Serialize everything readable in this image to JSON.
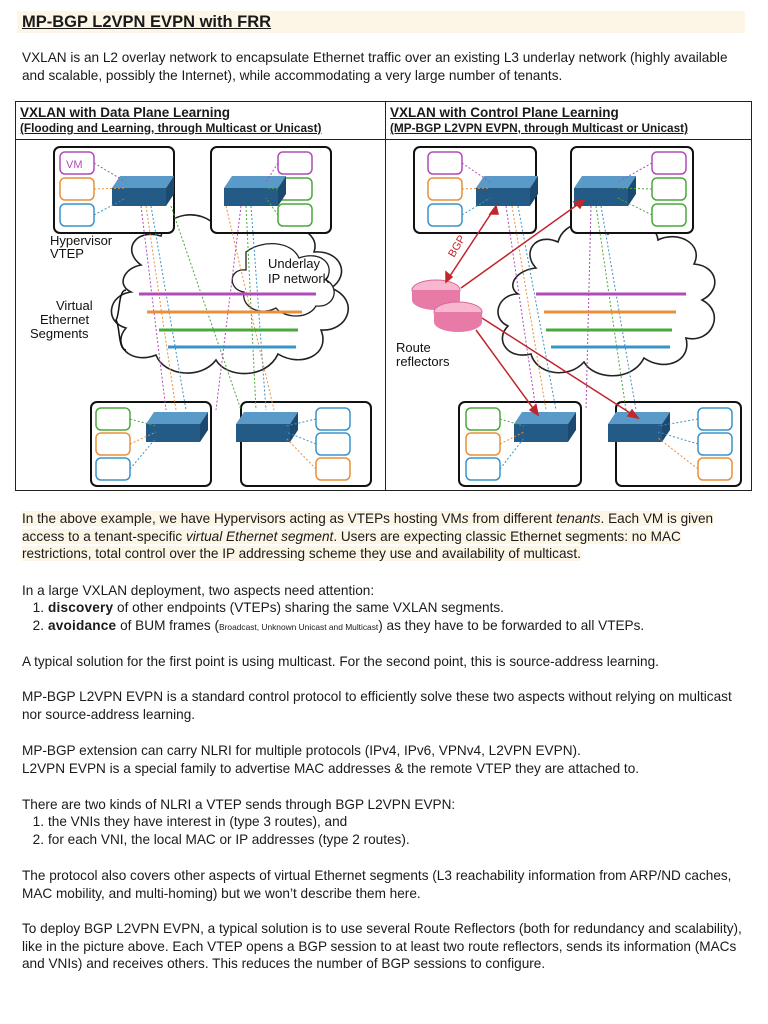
{
  "title": "MP-BGP L2VPN EVPN with FRR",
  "intro": "VXLAN is an L2 overlay network to encapsulate Ethernet traffic over an existing L3 underlay network (highly available and scalable, possibly the Internet), while accommodating a very large number of tenants.",
  "figure": {
    "left": {
      "heading": "VXLAN with Data Plane Learning",
      "subheading": "(Flooding and Learning, through Multicast or Unicast)",
      "labels": {
        "vm": "VM",
        "hypervisor": "Hypervisor",
        "vtep": "VTEP",
        "underlay1": "Underlay",
        "underlay2": "IP network",
        "virtual": "Virtual",
        "ethernet": "Ethernet",
        "segments": "Segments"
      }
    },
    "right": {
      "heading": "VXLAN with Control Plane Learning",
      "subheading": "(MP-BGP L2VPN EVPN, through Multicast or Unicast)",
      "labels": {
        "bgp": "BGP",
        "route": "Route",
        "reflectors": "reflectors"
      }
    },
    "colors": {
      "vm_purple": "#b04cb8",
      "vm_orange": "#e8903a",
      "vm_blue": "#3a93c8",
      "vm_green": "#4aa83c",
      "switch": "#2f6f9f",
      "router": "#e87aa8",
      "bgp_arrow": "#c0262c"
    }
  },
  "para_example": {
    "a": "In the above example, we have Hypervisors acting as VTEPs hosting VM",
    "b": "s",
    "c": " from different ",
    "d": "tenants",
    "e": ". Each VM is given access to a tenant-specific ",
    "f": "virtual Ethernet segment",
    "g": ". Users are expecting classic Ethernet segments: no MAC restrictions, total control over the IP addressing scheme they use and availability of multicast."
  },
  "para_aspects": "In a large VXLAN deployment, two aspects need attention:",
  "aspects": [
    {
      "num": "1.",
      "bold": "discovery",
      "rest": " of other endpoints (VTEPs) sharing the same VXLAN segments.",
      "small": "",
      "tail": ""
    },
    {
      "num": "2.",
      "bold": "avoidance",
      "rest": " of BUM frames (",
      "small": "Broadcast, Unknown Unicast and Multicast",
      "tail": ") as they have to be forwarded to all VTEPs."
    }
  ],
  "para_typical": "A typical solution for the first point is using multicast. For the second point, this is source-address learning.",
  "para_mpbgp": "MP-BGP L2VPN EVPN is a standard control protocol to efficiently solve these two aspects without relying on multicast nor source-address learning.",
  "para_ext1": "MP-BGP extension can carry NLRI for multiple protocols (IPv4, IPv6, VPNv4, L2VPN EVPN).",
  "para_ext2": "L2VPN EVPN is a special family to advertise MAC addresses & the remote VTEP they are attached to.",
  "para_kinds": "There are two kinds of NLRI a VTEP sends through BGP L2VPN EVPN:",
  "kinds": [
    {
      "num": "1.",
      "text": "the VNIs they have interest in (type 3 routes), and"
    },
    {
      "num": "2.",
      "text": "for each VNI, the local MAC or IP addresses (type 2 routes)."
    }
  ],
  "para_other": "The protocol also covers other aspects of virtual Ethernet segments (L3 reachability information from ARP/ND caches, MAC mobility, and multi-homing) but we won’t describe them here.",
  "para_deploy": "To deploy BGP L2VPN EVPN, a typical solution is to use several Route Reflectors (both for redundancy and scalability), like in the picture above. Each VTEP opens a BGP session to at least two route reflectors, sends its information (MACs and VNIs) and receives others. This reduces the number of BGP sessions to configure."
}
